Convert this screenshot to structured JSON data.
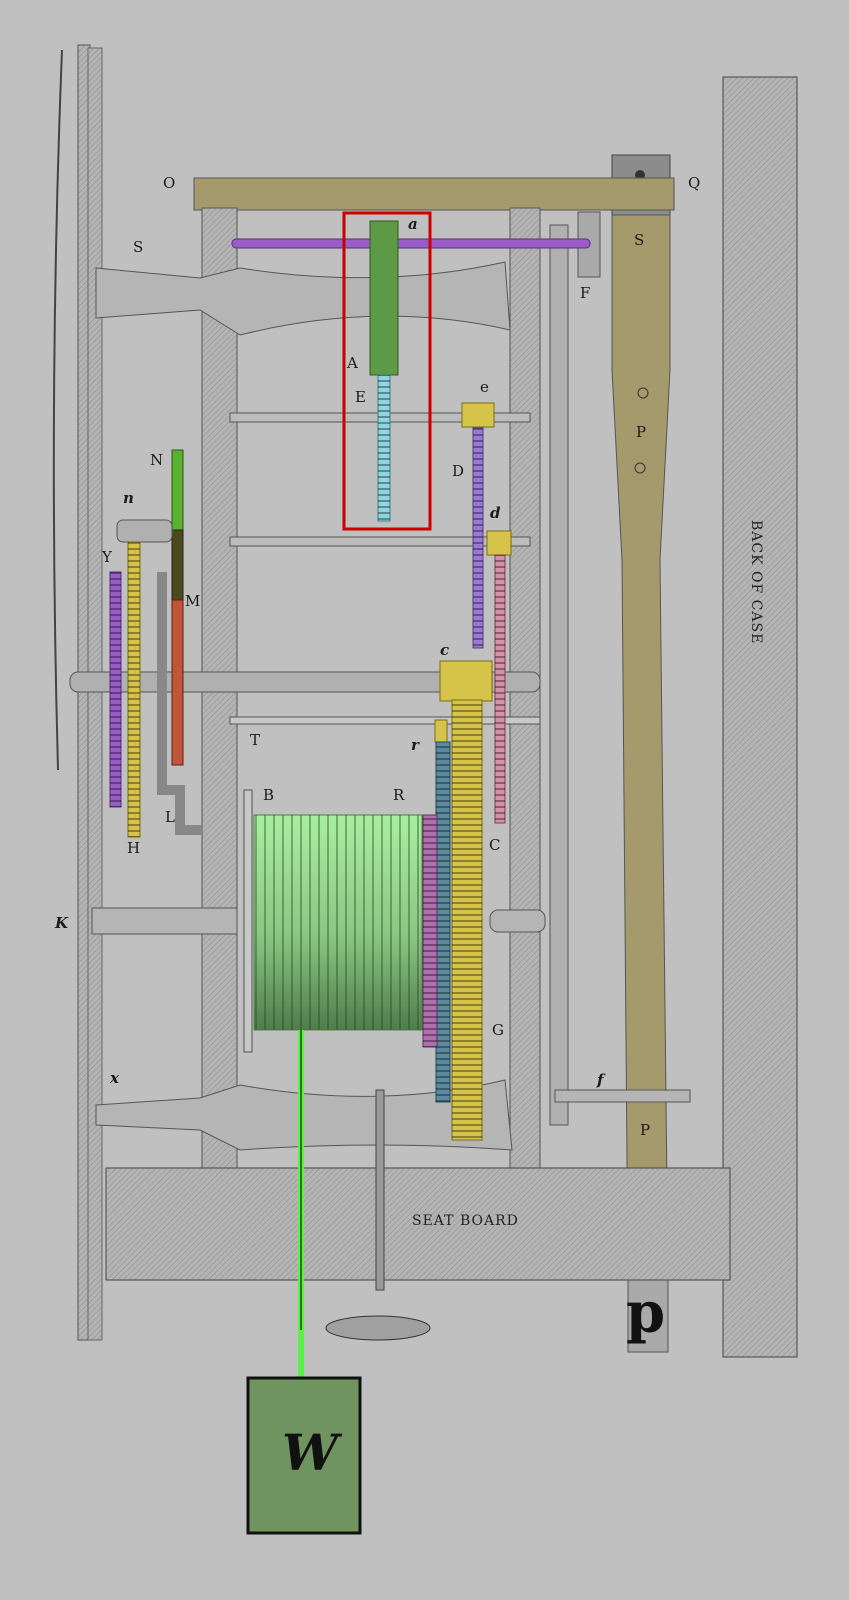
{
  "labels": {
    "O": "O",
    "Q": "Q",
    "a": "a",
    "S_top": "S",
    "S_pend": "S",
    "F": "F",
    "A": "A",
    "E": "E",
    "e": "e",
    "D": "D",
    "N": "N",
    "n": "n",
    "d": "d",
    "P_mid": "P",
    "Y": "Y",
    "M": "M",
    "c": "c",
    "T": "T",
    "r": "r",
    "R": "R",
    "B": "B",
    "L": "L",
    "H": "H",
    "C": "C",
    "K": "K",
    "G": "G",
    "x": "x",
    "f": "f",
    "P_low": "P",
    "p": "p",
    "W": "W"
  },
  "seat_board": "SEAT BOARD",
  "back_of_case": "BACK OF CASE",
  "colors": {
    "background": "#c0c0c0",
    "highlight_box": "#cc0000",
    "wood": "#a59a6c",
    "weight": "#6f9460",
    "drum": "#a6e6a0",
    "gear_yellow": "#d6c44a",
    "purple": "#9a5cc8",
    "cyan": "#8fd6e0",
    "red": "#c0553a",
    "green": "#5ab02f",
    "pink": "#d690a8",
    "frame": "#a8a8a8"
  }
}
